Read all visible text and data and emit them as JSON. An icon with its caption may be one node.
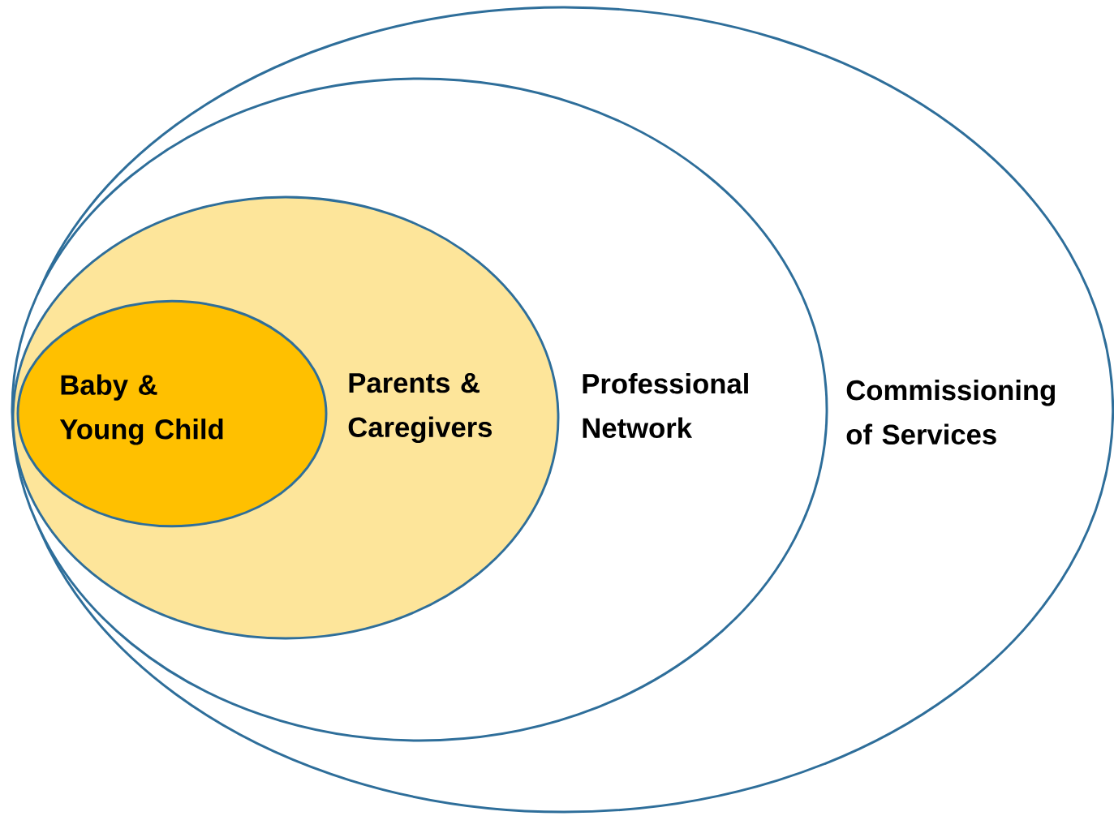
{
  "diagram": {
    "nodes": [
      {
        "text": [
          "Commissioning of Services"
        ]
      },
      {
        "text": [
          "Professional Network"
        ],
        "in": 0
      },
      {
        "text": [
          "Parents & Caregivers"
        ],
        "in": 1
      },
      {
        "text": [
          "Baby & Young Child"
        ],
        "in": 2
      }
    ]
  }
}
